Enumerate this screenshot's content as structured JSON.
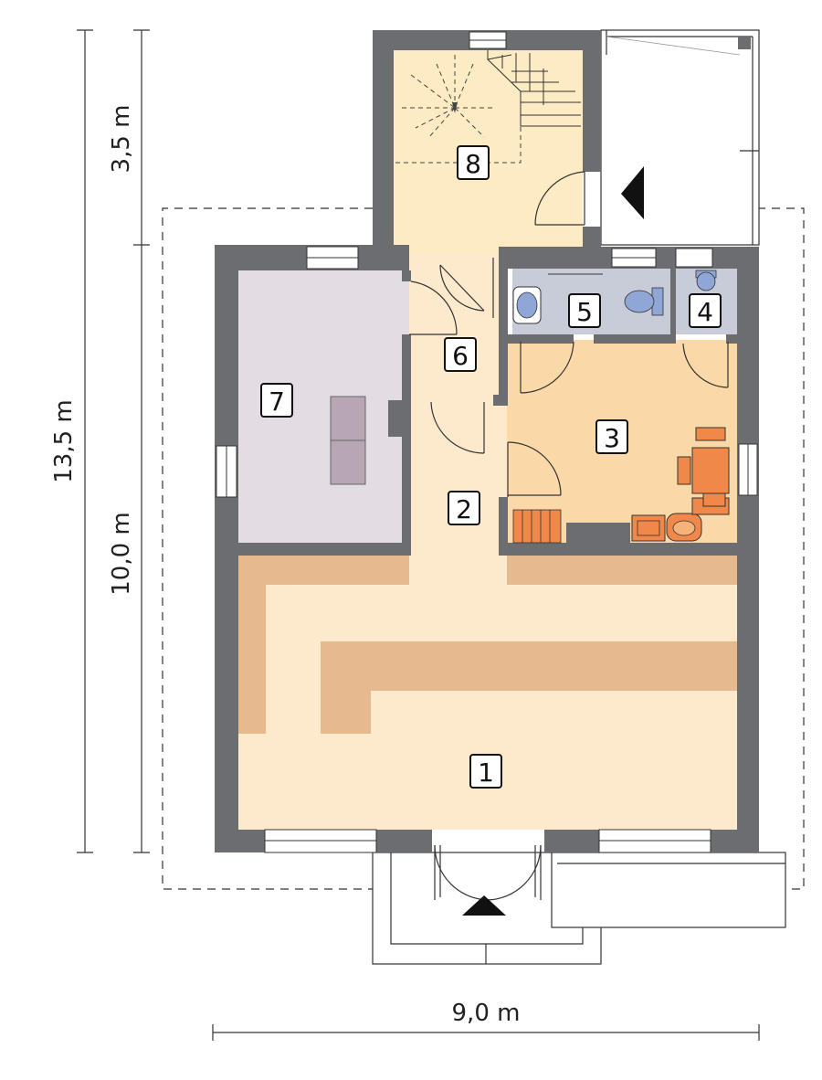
{
  "dimensions": {
    "total_height": "13,5 m",
    "upper_height": "3,5 m",
    "lower_height": "10,0 m",
    "width": "9,0 m"
  },
  "rooms": [
    {
      "number": "1",
      "kind": "living-room"
    },
    {
      "number": "2",
      "kind": "hall"
    },
    {
      "number": "3",
      "kind": "kitchen"
    },
    {
      "number": "4",
      "kind": "wc"
    },
    {
      "number": "5",
      "kind": "bathroom"
    },
    {
      "number": "6",
      "kind": "vestibule"
    },
    {
      "number": "7",
      "kind": "bedroom"
    },
    {
      "number": "8",
      "kind": "staircase-room"
    }
  ],
  "colors": {
    "wall": "#6b6d70",
    "living_floor": "#fde9cc",
    "furniture_tan": "#e7b98f",
    "kitchen_floor": "#fad8a8",
    "bedroom_floor": "#e3dde3",
    "bath_floor": "#c7ccd8",
    "stair_room_floor": "#fdebc4",
    "accent_orange": "#f0884a"
  },
  "icons": [
    "entrance-arrow-icon",
    "side-entrance-arrow-icon",
    "toilet-icon",
    "washbasin-icon",
    "sink-icon",
    "stove-icon",
    "stairs-icon",
    "dining-table-icon",
    "bed-icon"
  ]
}
